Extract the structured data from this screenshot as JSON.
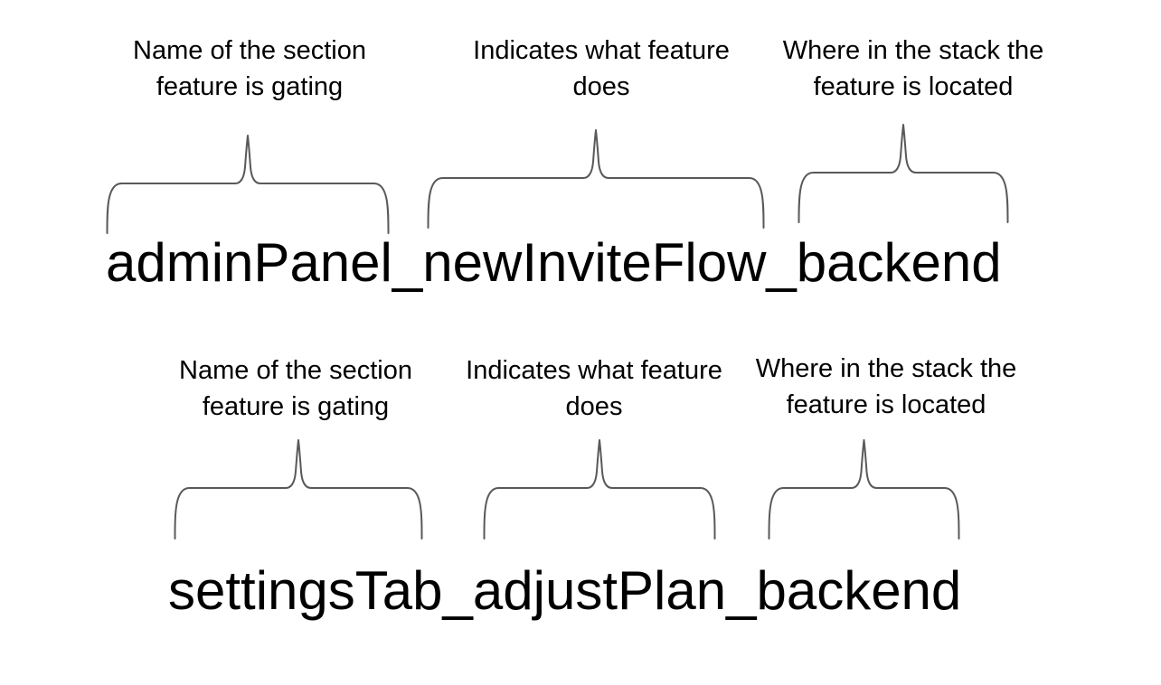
{
  "style": {
    "background": "#ffffff",
    "text_color": "#000000",
    "brace_color": "#595959"
  },
  "groups": [
    {
      "flag_name": "adminPanel_newInviteFlow_backend",
      "annotations": [
        {
          "line1": "Name of the section",
          "line2": "feature is gating"
        },
        {
          "line1": "Indicates what feature",
          "line2": "does"
        },
        {
          "line1": "Where in the stack the",
          "line2": "feature is located"
        }
      ]
    },
    {
      "flag_name": "settingsTab_adjustPlan_backend",
      "annotations": [
        {
          "line1": "Name of the section",
          "line2": "feature is gating"
        },
        {
          "line1": "Indicates what feature",
          "line2": "does"
        },
        {
          "line1": "Where in the stack the",
          "line2": "feature is located"
        }
      ]
    }
  ]
}
